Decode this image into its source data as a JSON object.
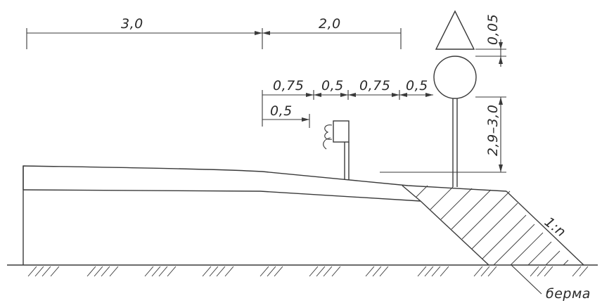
{
  "dimensions": {
    "width_left": "3,0",
    "width_right": "2,0",
    "seg_1": "0,75",
    "seg_2": "0,5",
    "seg_3": "0,75",
    "seg_4": "0,5",
    "post_offset": "0,5",
    "sign_gap": "0,05",
    "sign_height": "2,9–3,0"
  },
  "labels": {
    "slope": "1:n",
    "berm": "берма"
  },
  "colors": {
    "line": "#3a3a3a",
    "background": "#ffffff"
  }
}
